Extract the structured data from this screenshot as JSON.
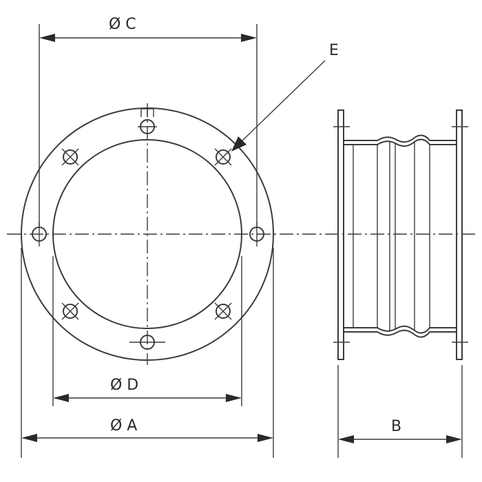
{
  "labels": {
    "c": "Ø C",
    "d": "Ø D",
    "a": "Ø A",
    "b": "B",
    "e": "E"
  },
  "colors": {
    "line": "#3a3a3a",
    "background": "#ffffff"
  }
}
